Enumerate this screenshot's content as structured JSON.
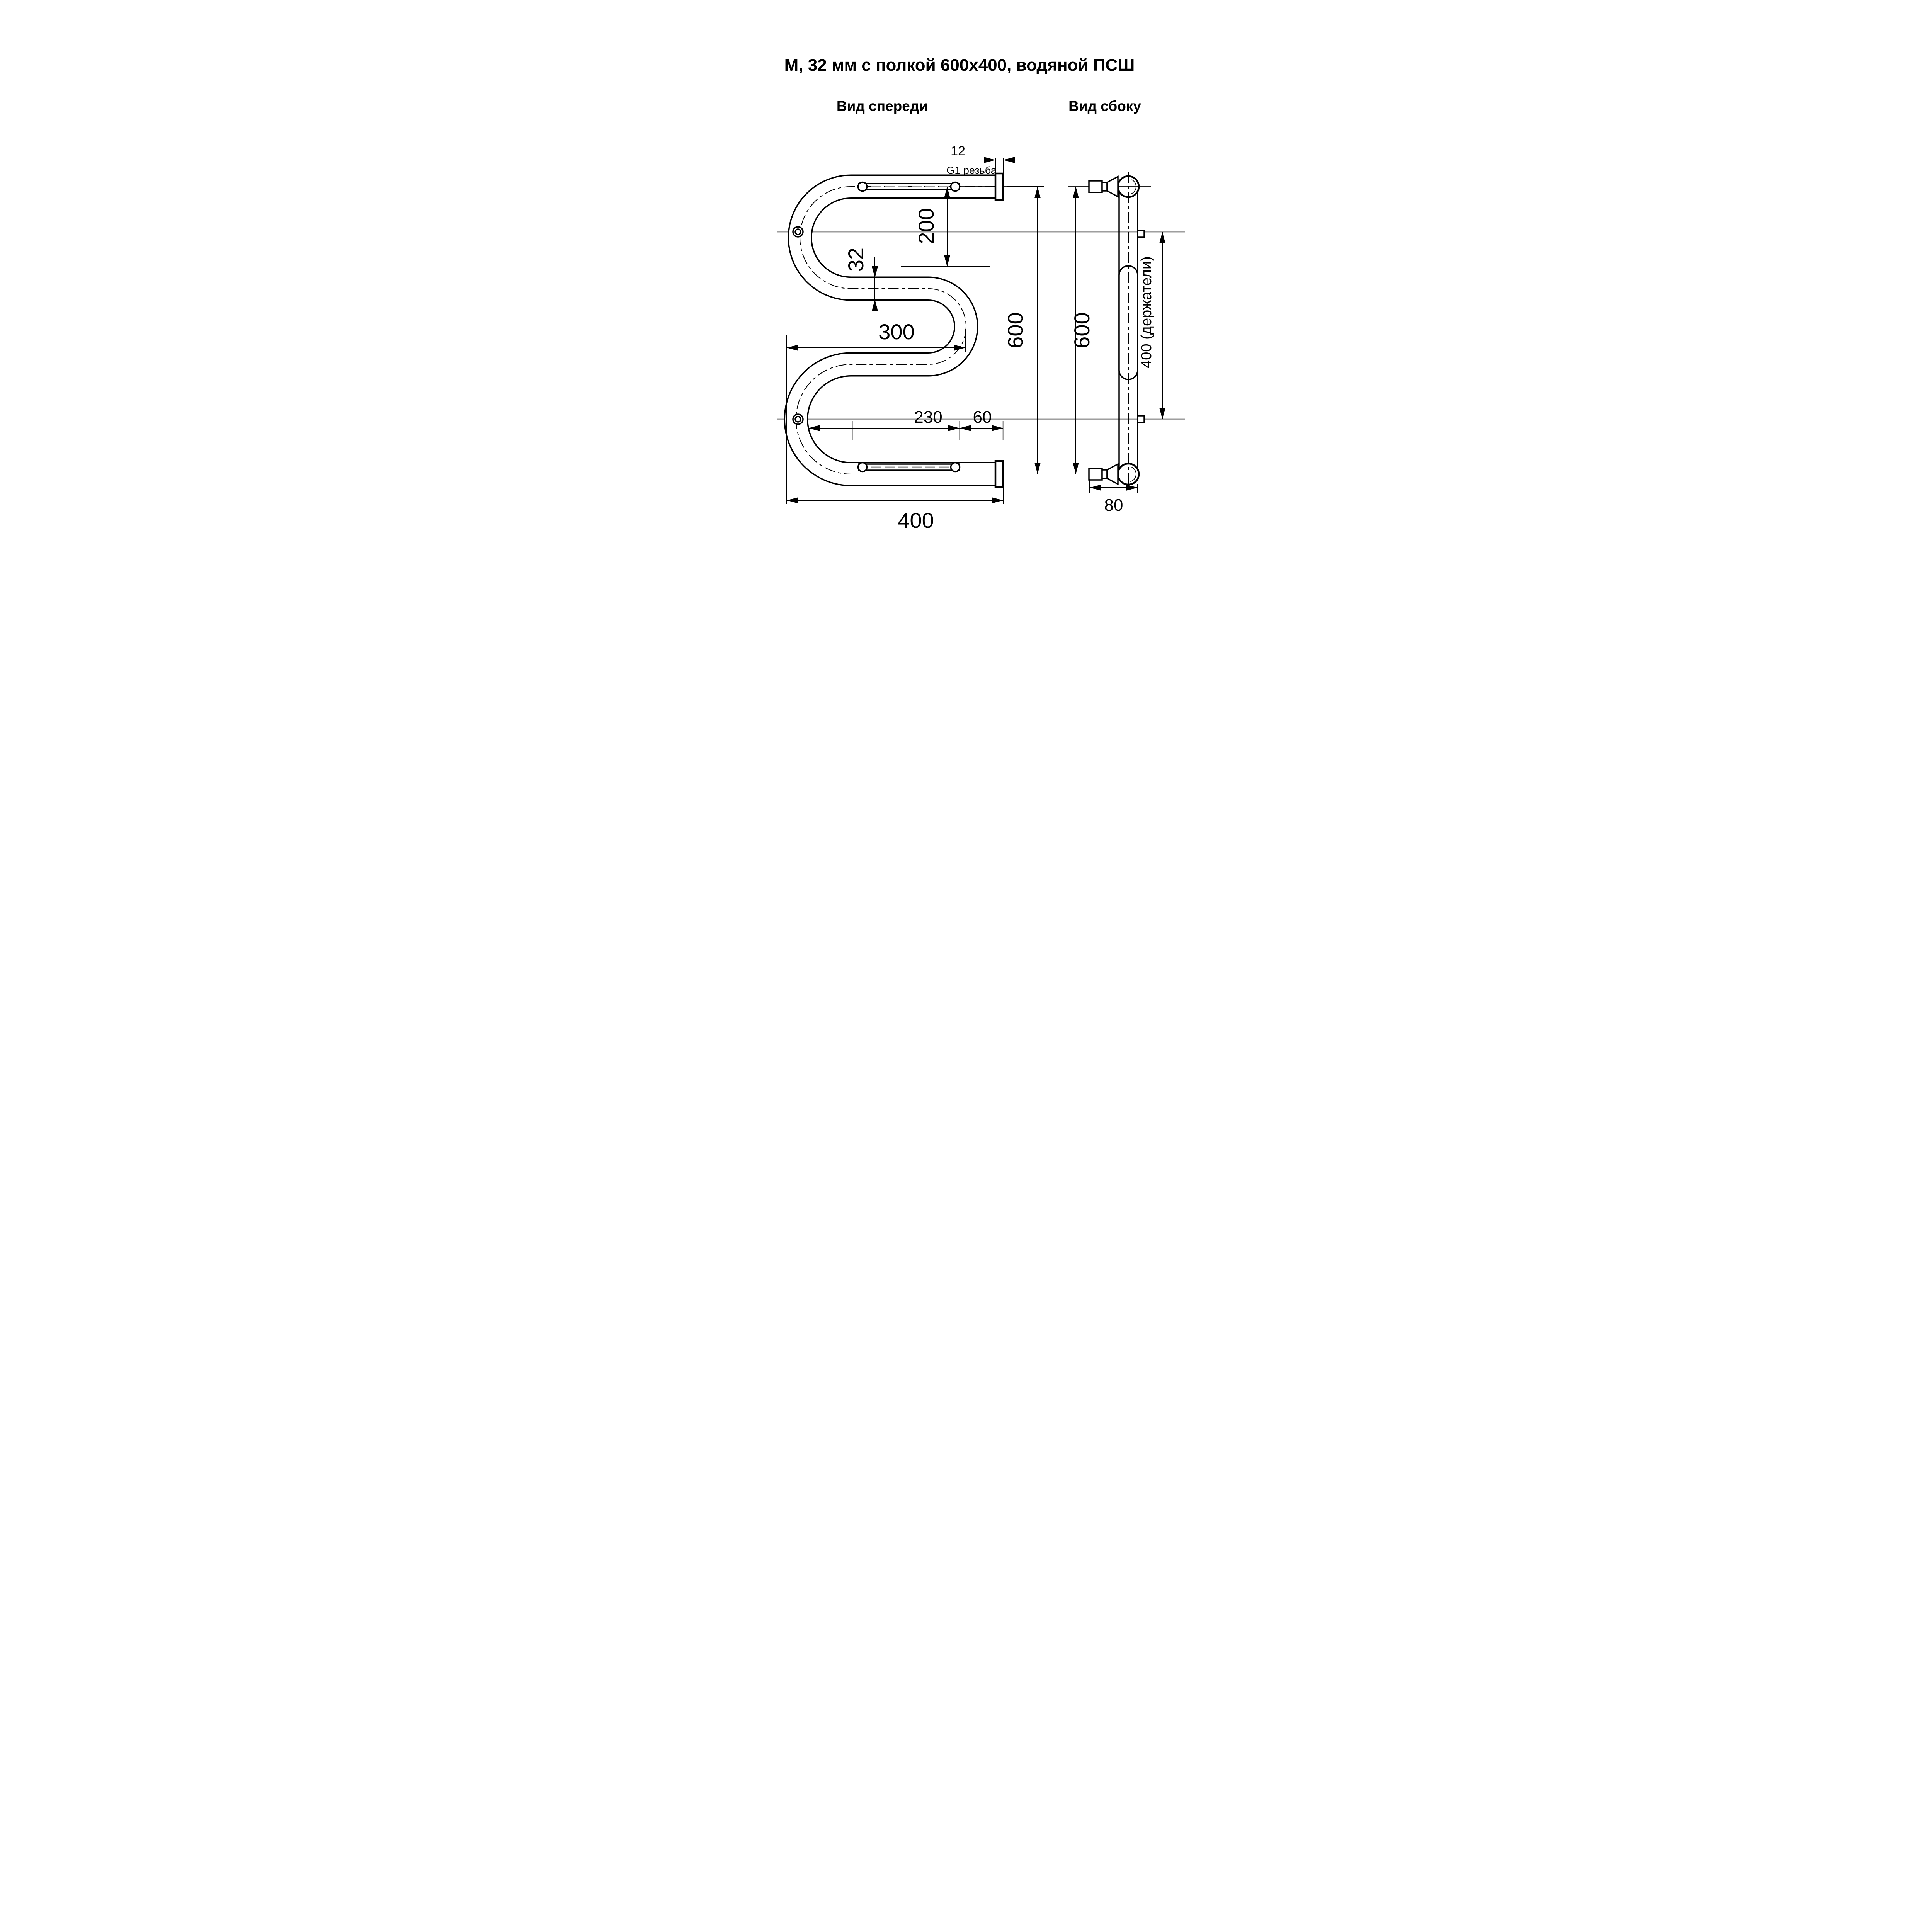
{
  "title": "М, 32 мм с полкой 600х400, водяной ПСШ",
  "views": {
    "front": {
      "label": "Вид спереди"
    },
    "side": {
      "label": "Вид сбоку"
    }
  },
  "dimensions": {
    "thread_length": "12",
    "thread_note": "G1 резьба",
    "top_drop": "200",
    "pipe_diameter": "32",
    "mid_width": "300",
    "height_front": "600",
    "shelf_length": "230",
    "end_offset": "60",
    "total_width": "400",
    "height_side": "600",
    "holders_span": "400 (держатели)",
    "depth": "80"
  },
  "colors": {
    "line": "#000000",
    "centerline": "#9e9e9e",
    "background": "#ffffff"
  }
}
